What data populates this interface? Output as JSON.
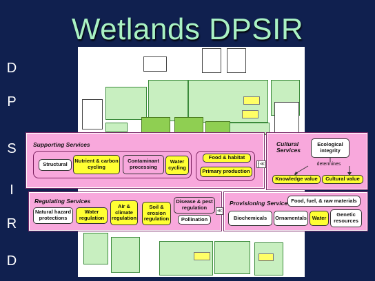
{
  "title": "Wetlands DPSIR",
  "letters": [
    "D",
    "P",
    "S",
    "I",
    "R",
    "D"
  ],
  "supporting": {
    "title": "Supporting Services",
    "items": [
      "Structural",
      "Nutrient & carbon cycling",
      "Contaminant processing",
      "Water cycling"
    ],
    "food_habitat": "Food & habitat",
    "primary_production": "Primary production"
  },
  "cultural": {
    "title_line1": "Cultural",
    "title_line2": "Services",
    "ecological_integrity": "Ecological integrity",
    "determines": "determines",
    "knowledge_value": "Knowledge value",
    "cultural_value": "Cultural value"
  },
  "regulating": {
    "title": "Regulating Services",
    "natural_hazard": "Natural hazard protections",
    "water_regulation": "Water regulation",
    "air_climate": "Air & climate regulation",
    "soil_erosion": "Soil & erosion regulation",
    "disease_pest": "Disease & pest regulation",
    "pollination": "Pollination"
  },
  "provisioning": {
    "title": "Provisioning Services",
    "food_fuel": "Food, fuel, & raw materials",
    "biochemicals": "Biochemicals",
    "ornamentals": "Ornamentals",
    "water": "Water",
    "genetic": "Genetic resources"
  },
  "colors": {
    "background": "#10204f",
    "title": "#a9f2c4",
    "panel": "#f8a8dc",
    "highlight": "#ffff33",
    "diagram_green": "#c8efc0"
  }
}
